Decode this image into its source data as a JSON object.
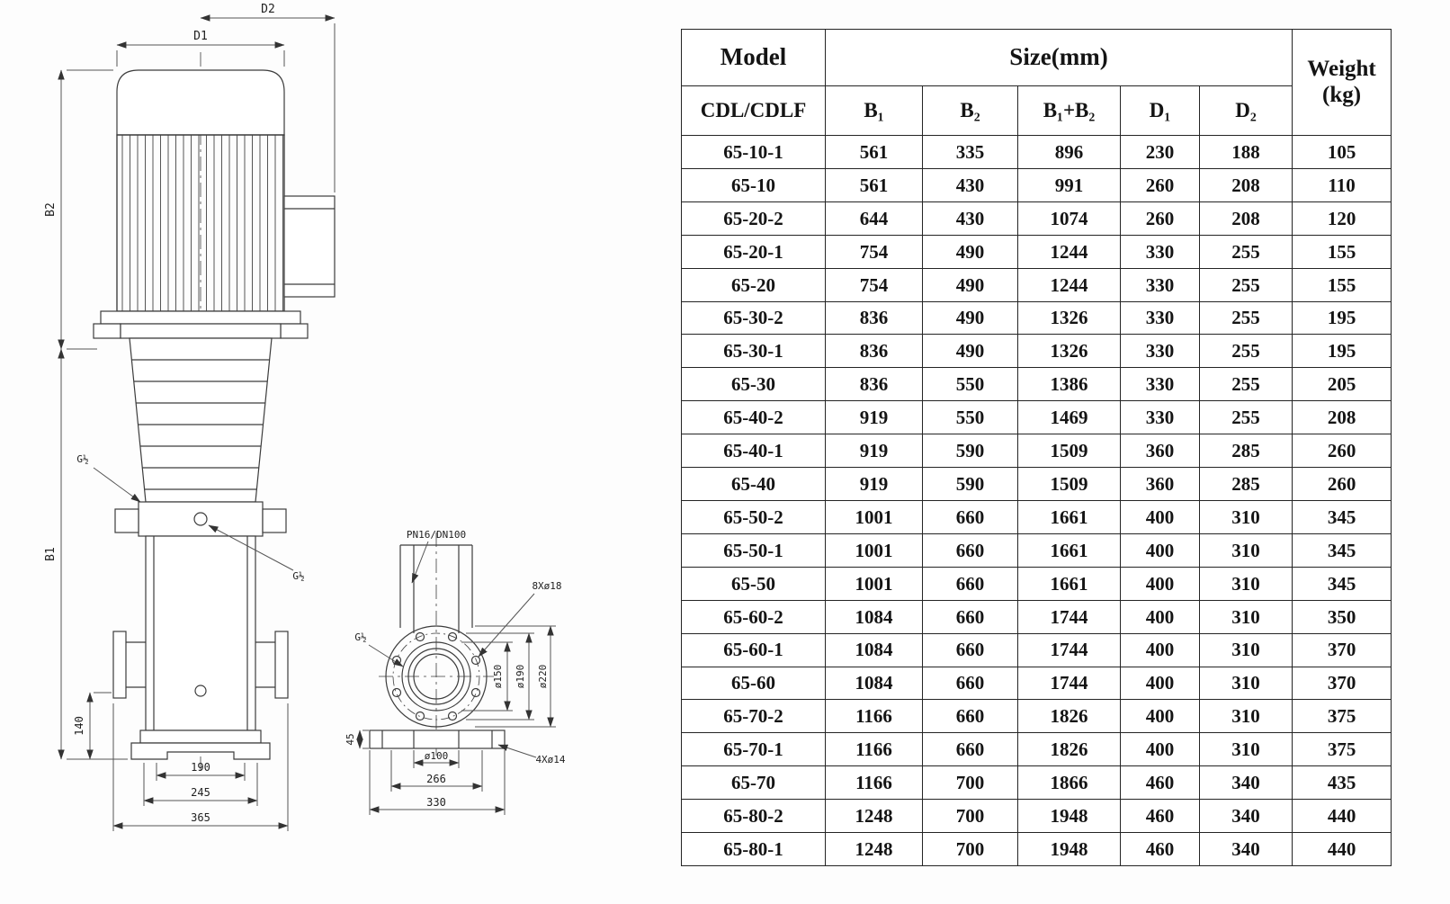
{
  "drawing": {
    "front_view": {
      "dim_d1": "D1",
      "dim_d2": "D2",
      "dim_b1": "B1",
      "dim_b2": "B2",
      "dim_140": "140",
      "dim_190": "190",
      "dim_245": "245",
      "dim_365": "365",
      "port_top": "G½",
      "port_mid": "G½"
    },
    "flange_view": {
      "flange_spec": "PN16/DN100",
      "bolt_holes": "8Xø18",
      "port": "G½",
      "dia_150": "ø150",
      "dia_190": "ø190",
      "dia_220": "ø220",
      "dia_100": "ø100",
      "dim_45": "45",
      "dim_266": "266",
      "dim_330": "330",
      "base_holes": "4Xø14"
    }
  },
  "table": {
    "header": {
      "model": "Model",
      "size": "Size(mm)",
      "weight_top": "Weight",
      "weight_bottom": "(kg)",
      "model_sub": "CDL/CDLF",
      "col_b1": "B₁",
      "col_b2": "B₂",
      "col_b1b2": "B₁+B₂",
      "col_d1": "D₁",
      "col_d2": "D₂"
    },
    "rows": [
      [
        "65-10-1",
        "561",
        "335",
        "896",
        "230",
        "188",
        "105"
      ],
      [
        "65-10",
        "561",
        "430",
        "991",
        "260",
        "208",
        "110"
      ],
      [
        "65-20-2",
        "644",
        "430",
        "1074",
        "260",
        "208",
        "120"
      ],
      [
        "65-20-1",
        "754",
        "490",
        "1244",
        "330",
        "255",
        "155"
      ],
      [
        "65-20",
        "754",
        "490",
        "1244",
        "330",
        "255",
        "155"
      ],
      [
        "65-30-2",
        "836",
        "490",
        "1326",
        "330",
        "255",
        "195"
      ],
      [
        "65-30-1",
        "836",
        "490",
        "1326",
        "330",
        "255",
        "195"
      ],
      [
        "65-30",
        "836",
        "550",
        "1386",
        "330",
        "255",
        "205"
      ],
      [
        "65-40-2",
        "919",
        "550",
        "1469",
        "330",
        "255",
        "208"
      ],
      [
        "65-40-1",
        "919",
        "590",
        "1509",
        "360",
        "285",
        "260"
      ],
      [
        "65-40",
        "919",
        "590",
        "1509",
        "360",
        "285",
        "260"
      ],
      [
        "65-50-2",
        "1001",
        "660",
        "1661",
        "400",
        "310",
        "345"
      ],
      [
        "65-50-1",
        "1001",
        "660",
        "1661",
        "400",
        "310",
        "345"
      ],
      [
        "65-50",
        "1001",
        "660",
        "1661",
        "400",
        "310",
        "345"
      ],
      [
        "65-60-2",
        "1084",
        "660",
        "1744",
        "400",
        "310",
        "350"
      ],
      [
        "65-60-1",
        "1084",
        "660",
        "1744",
        "400",
        "310",
        "370"
      ],
      [
        "65-60",
        "1084",
        "660",
        "1744",
        "400",
        "310",
        "370"
      ],
      [
        "65-70-2",
        "1166",
        "660",
        "1826",
        "400",
        "310",
        "375"
      ],
      [
        "65-70-1",
        "1166",
        "660",
        "1826",
        "400",
        "310",
        "375"
      ],
      [
        "65-70",
        "1166",
        "700",
        "1866",
        "460",
        "340",
        "435"
      ],
      [
        "65-80-2",
        "1248",
        "700",
        "1948",
        "460",
        "340",
        "440"
      ],
      [
        "65-80-1",
        "1248",
        "700",
        "1948",
        "460",
        "340",
        "440"
      ]
    ]
  }
}
